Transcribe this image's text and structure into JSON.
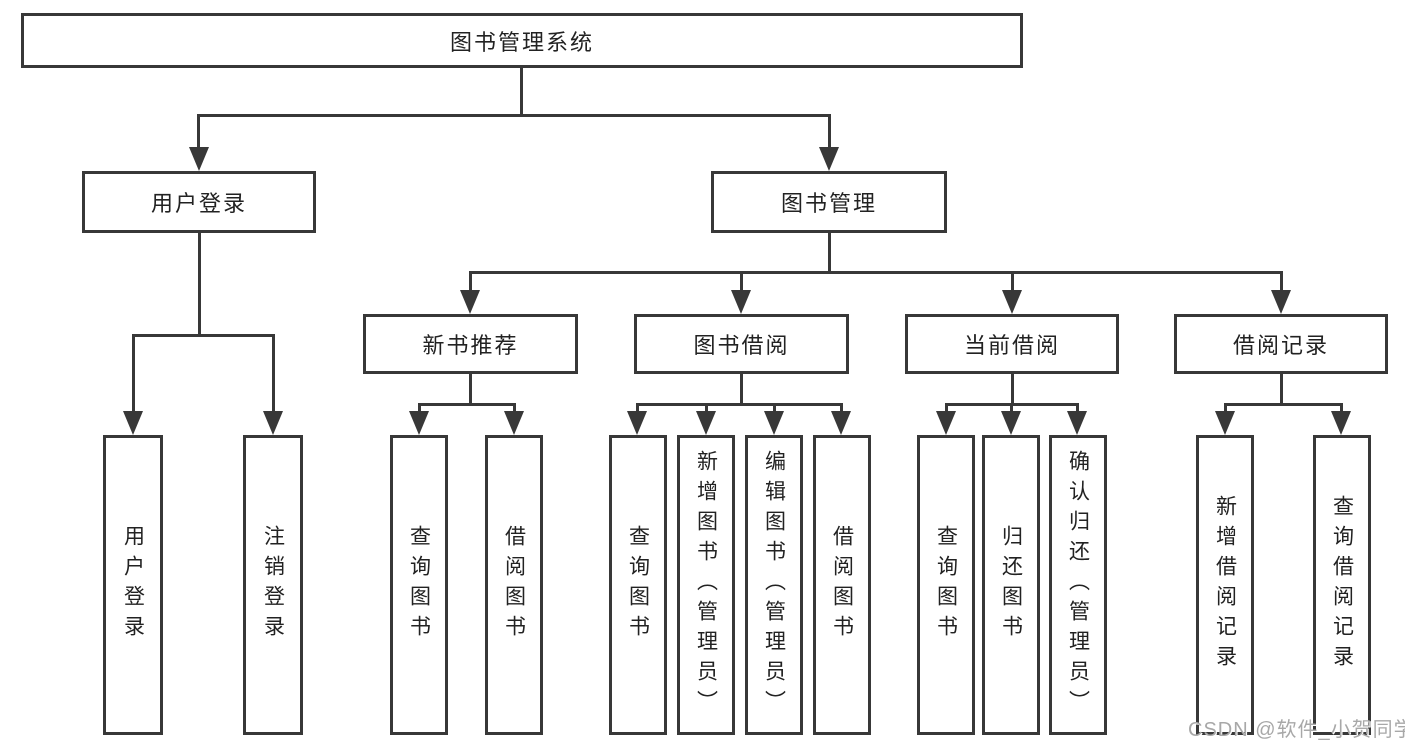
{
  "diagram": {
    "tree": {
      "root": {
        "label": "图书管理系统",
        "children": [
          {
            "label": "用户登录",
            "leaves": [
              "用户登录",
              "注销登录"
            ]
          },
          {
            "label": "图书管理",
            "children": [
              {
                "label": "新书推荐",
                "leaves": [
                  "查询图书",
                  "借阅图书"
                ]
              },
              {
                "label": "图书借阅",
                "leaves": [
                  "查询图书",
                  "新增图书（管理员）",
                  "编辑图书（管理员）",
                  "借阅图书"
                ]
              },
              {
                "label": "当前借阅",
                "leaves": [
                  "查询图书",
                  "归还图书",
                  "确认归还（管理员）"
                ]
              },
              {
                "label": "借阅记录",
                "leaves": [
                  "新增借阅记录",
                  "查询借阅记录"
                ]
              }
            ]
          }
        ]
      }
    },
    "colors": {
      "line": "#383838",
      "text": "#222222",
      "background": "#ffffff",
      "watermark_gray": "#a8a8a8"
    }
  },
  "watermark": {
    "text": "CSDN @软件_小贺同学"
  }
}
